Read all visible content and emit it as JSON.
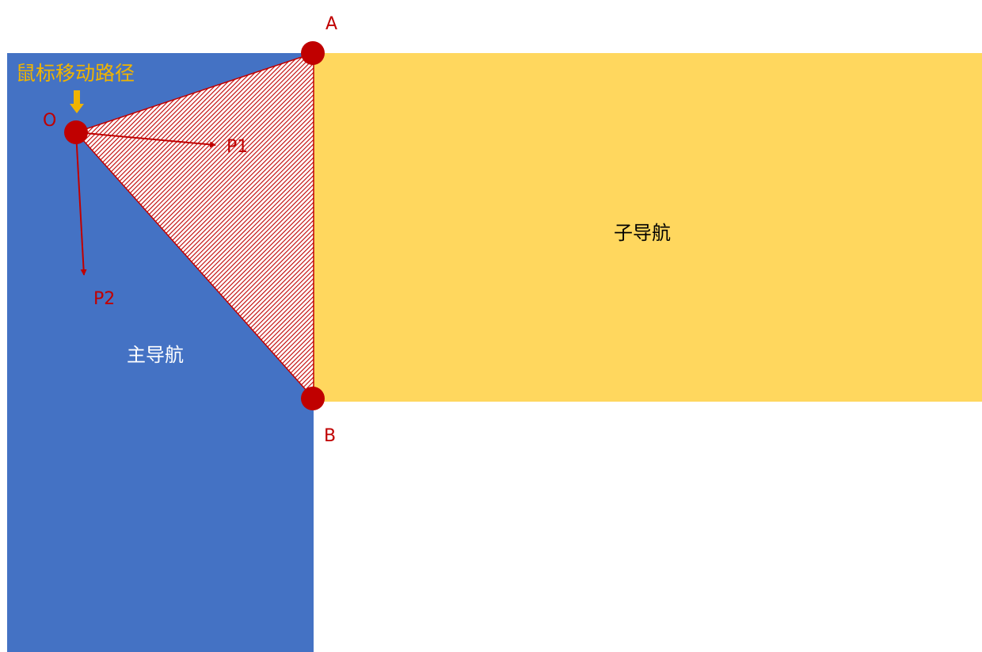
{
  "diagram": {
    "main_nav": {
      "label": "主导航"
    },
    "sub_nav": {
      "label": "子导航"
    },
    "mouse_path": {
      "label": "鼠标移动路径"
    },
    "points": {
      "O": "O",
      "A": "A",
      "B": "B",
      "P1": "P1",
      "P2": "P2"
    }
  },
  "colors": {
    "main_nav": "#4472C4",
    "sub_nav": "#FFD75E",
    "triangle": "#C00000",
    "arrow": "#C00000",
    "point": "#C00000",
    "point_label": "#C00000",
    "mouse_path": "#F0B400",
    "main_nav_text": "#ffffff",
    "sub_nav_text": "#000000"
  }
}
